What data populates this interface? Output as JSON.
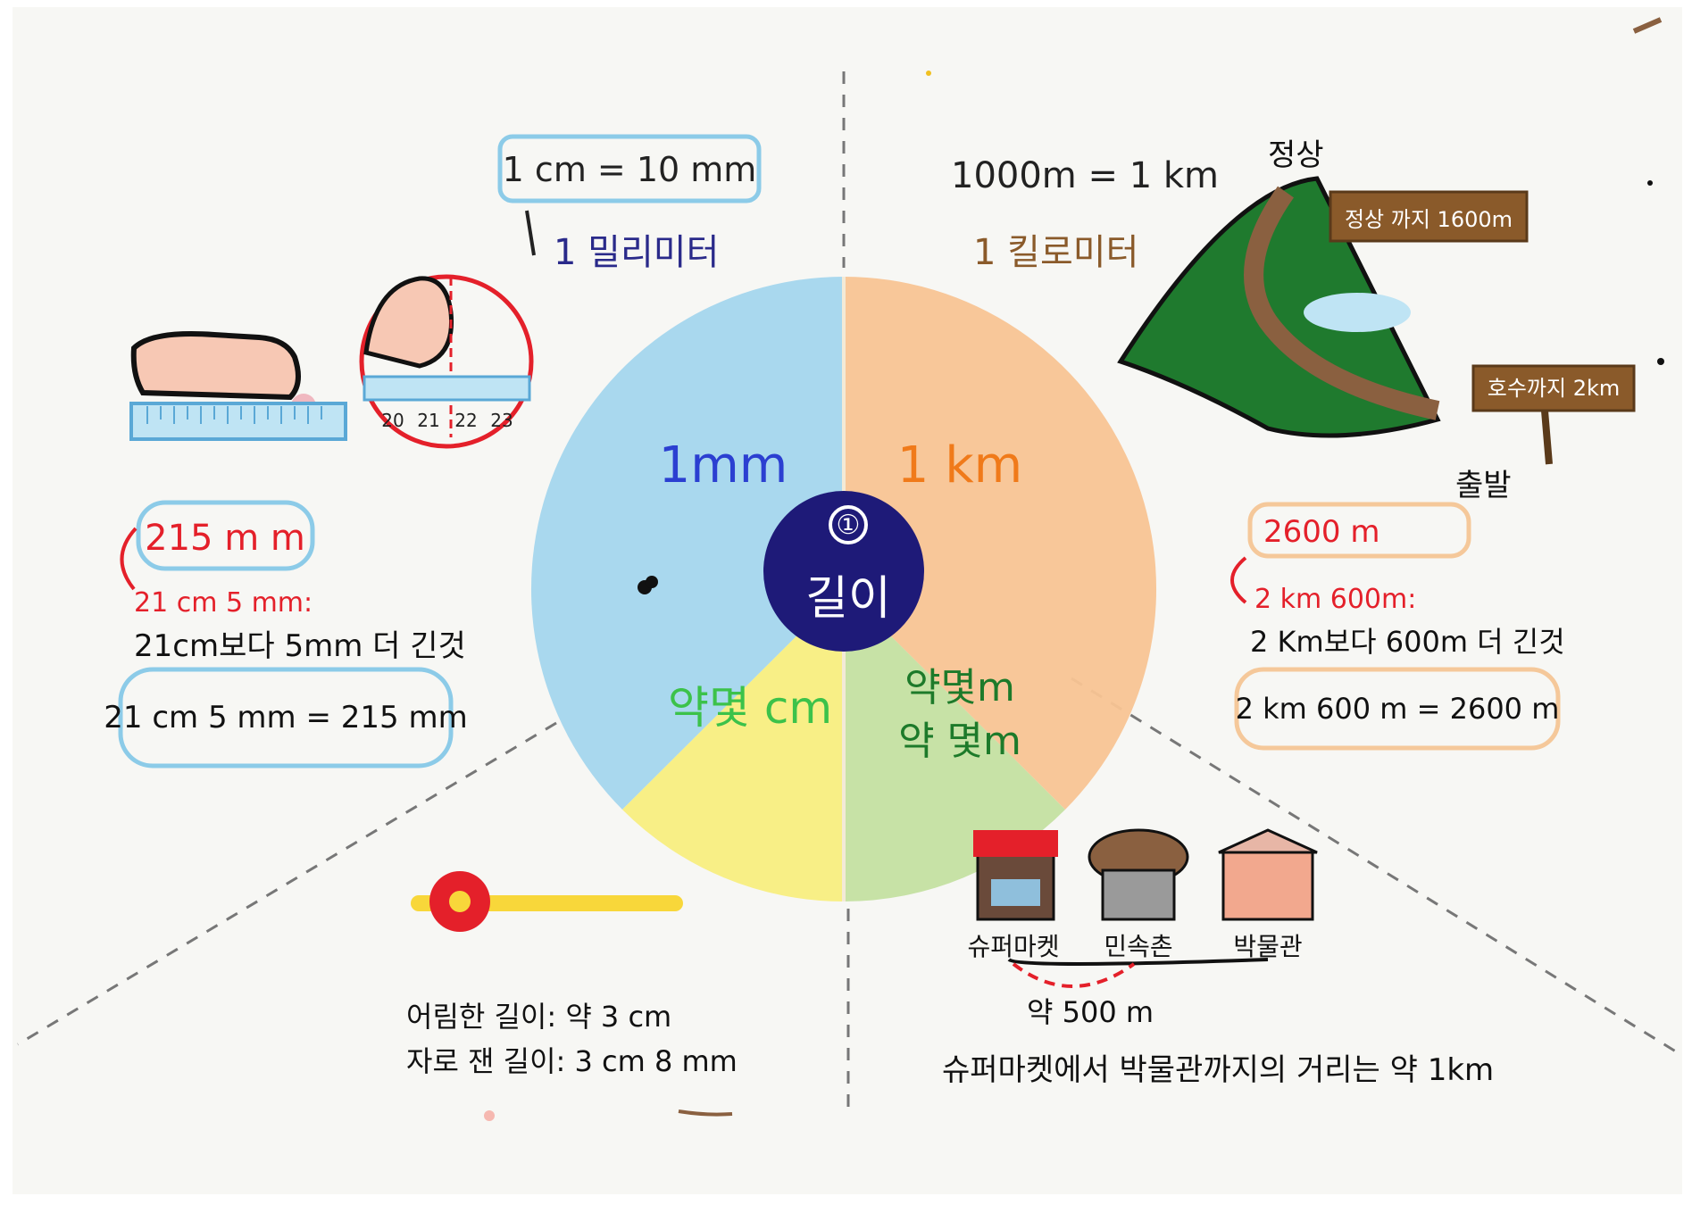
{
  "center": {
    "number": "①",
    "title": "길이"
  },
  "quadrants": {
    "mm": {
      "label": "1mm",
      "color": "#a9d8ee"
    },
    "km": {
      "label": "1 km",
      "color": "#f8c494"
    },
    "cm": {
      "label": "약몇 cm",
      "color": "#f8ef86"
    },
    "m": {
      "label1": "약몇m",
      "label2": "약 몇m",
      "color": "#c7e2a6"
    }
  },
  "mm_section": {
    "equation": "1 cm = 10 mm",
    "name": "1 밀리미터",
    "ruler_ticks": [
      "20",
      "21",
      "22",
      "23"
    ],
    "answer": "215 m m",
    "reading": "21 cm 5 mm:",
    "explain": "21cm보다 5mm 더 긴것",
    "conversion": "21 cm 5 mm = 215 mm"
  },
  "km_section": {
    "equation": "1000m = 1 km",
    "name": "1 킬로미터",
    "summit": "정상",
    "sign_top": "정상 까지 1600m",
    "sign_bottom": "호수까지 2km",
    "start": "출발",
    "answer": "2600 m",
    "reading": "2 km 600m:",
    "explain": "2 Km보다 600m 더 긴것",
    "conversion": "2 km 600 m = 2600 m"
  },
  "cm_section": {
    "estimate": "어림한 길이: 약 3 cm",
    "measured": "자로 잰 길이: 3 cm 8 mm"
  },
  "m_section": {
    "places": [
      "슈퍼마켓",
      "민속촌",
      "박물관"
    ],
    "distance": "약 500 m",
    "sentence": "슈퍼마켓에서 박물관까지의 거리는 약 1km"
  },
  "colors": {
    "center": "#1e1a78",
    "mm_text": "#2b3fd1",
    "km_text": "#f07a1a",
    "cm_text": "#3cc24a",
    "m_text": "#1d7a2a",
    "red": "#e4202a",
    "blue_box": "#8ccbe8",
    "orange_box": "#f5c89a",
    "navy_text": "#2a2a8a",
    "brown_text": "#8a5a2a",
    "mountain": "#1f7a2e",
    "path": "#8a6040"
  }
}
